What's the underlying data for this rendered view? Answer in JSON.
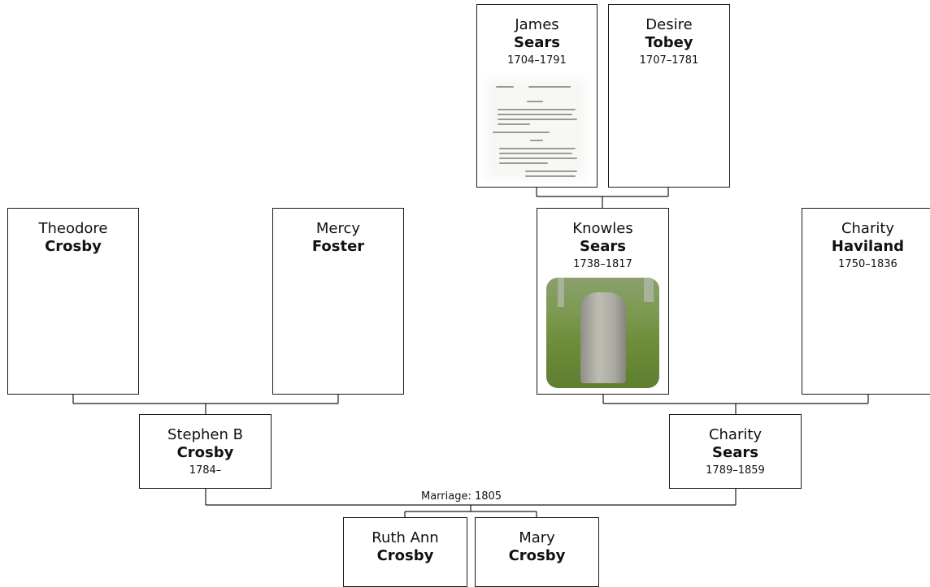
{
  "people": {
    "james_sears": {
      "given": "James",
      "surname": "Sears",
      "dates": "1704–1791"
    },
    "desire_tobey": {
      "given": "Desire",
      "surname": "Tobey",
      "dates": "1707–1781"
    },
    "theodore_crosby": {
      "given": "Theodore",
      "surname": "Crosby",
      "dates": ""
    },
    "mercy_foster": {
      "given": "Mercy",
      "surname": "Foster",
      "dates": ""
    },
    "knowles_sears": {
      "given": "Knowles",
      "surname": "Sears",
      "dates": "1738–1817"
    },
    "charity_haviland": {
      "given": "Charity",
      "surname": "Haviland",
      "dates": "1750–1836"
    },
    "stephen_crosby": {
      "given": "Stephen B",
      "surname": "Crosby",
      "dates": "1784–"
    },
    "charity_sears": {
      "given": "Charity",
      "surname": "Sears",
      "dates": "1789–1859"
    },
    "ruth_ann_crosby": {
      "given": "Ruth Ann",
      "surname": "Crosby",
      "dates": ""
    },
    "mary_crosby": {
      "given": "Mary",
      "surname": "Crosby",
      "dates": ""
    }
  },
  "marriage_label": "Marriage: 1805",
  "photos": {
    "james_sears": "document-scan-photo",
    "knowles_sears": "gravestone-photo"
  },
  "colors": {
    "border": "#1a1a1a",
    "background": "#ffffff",
    "text": "#111111"
  }
}
